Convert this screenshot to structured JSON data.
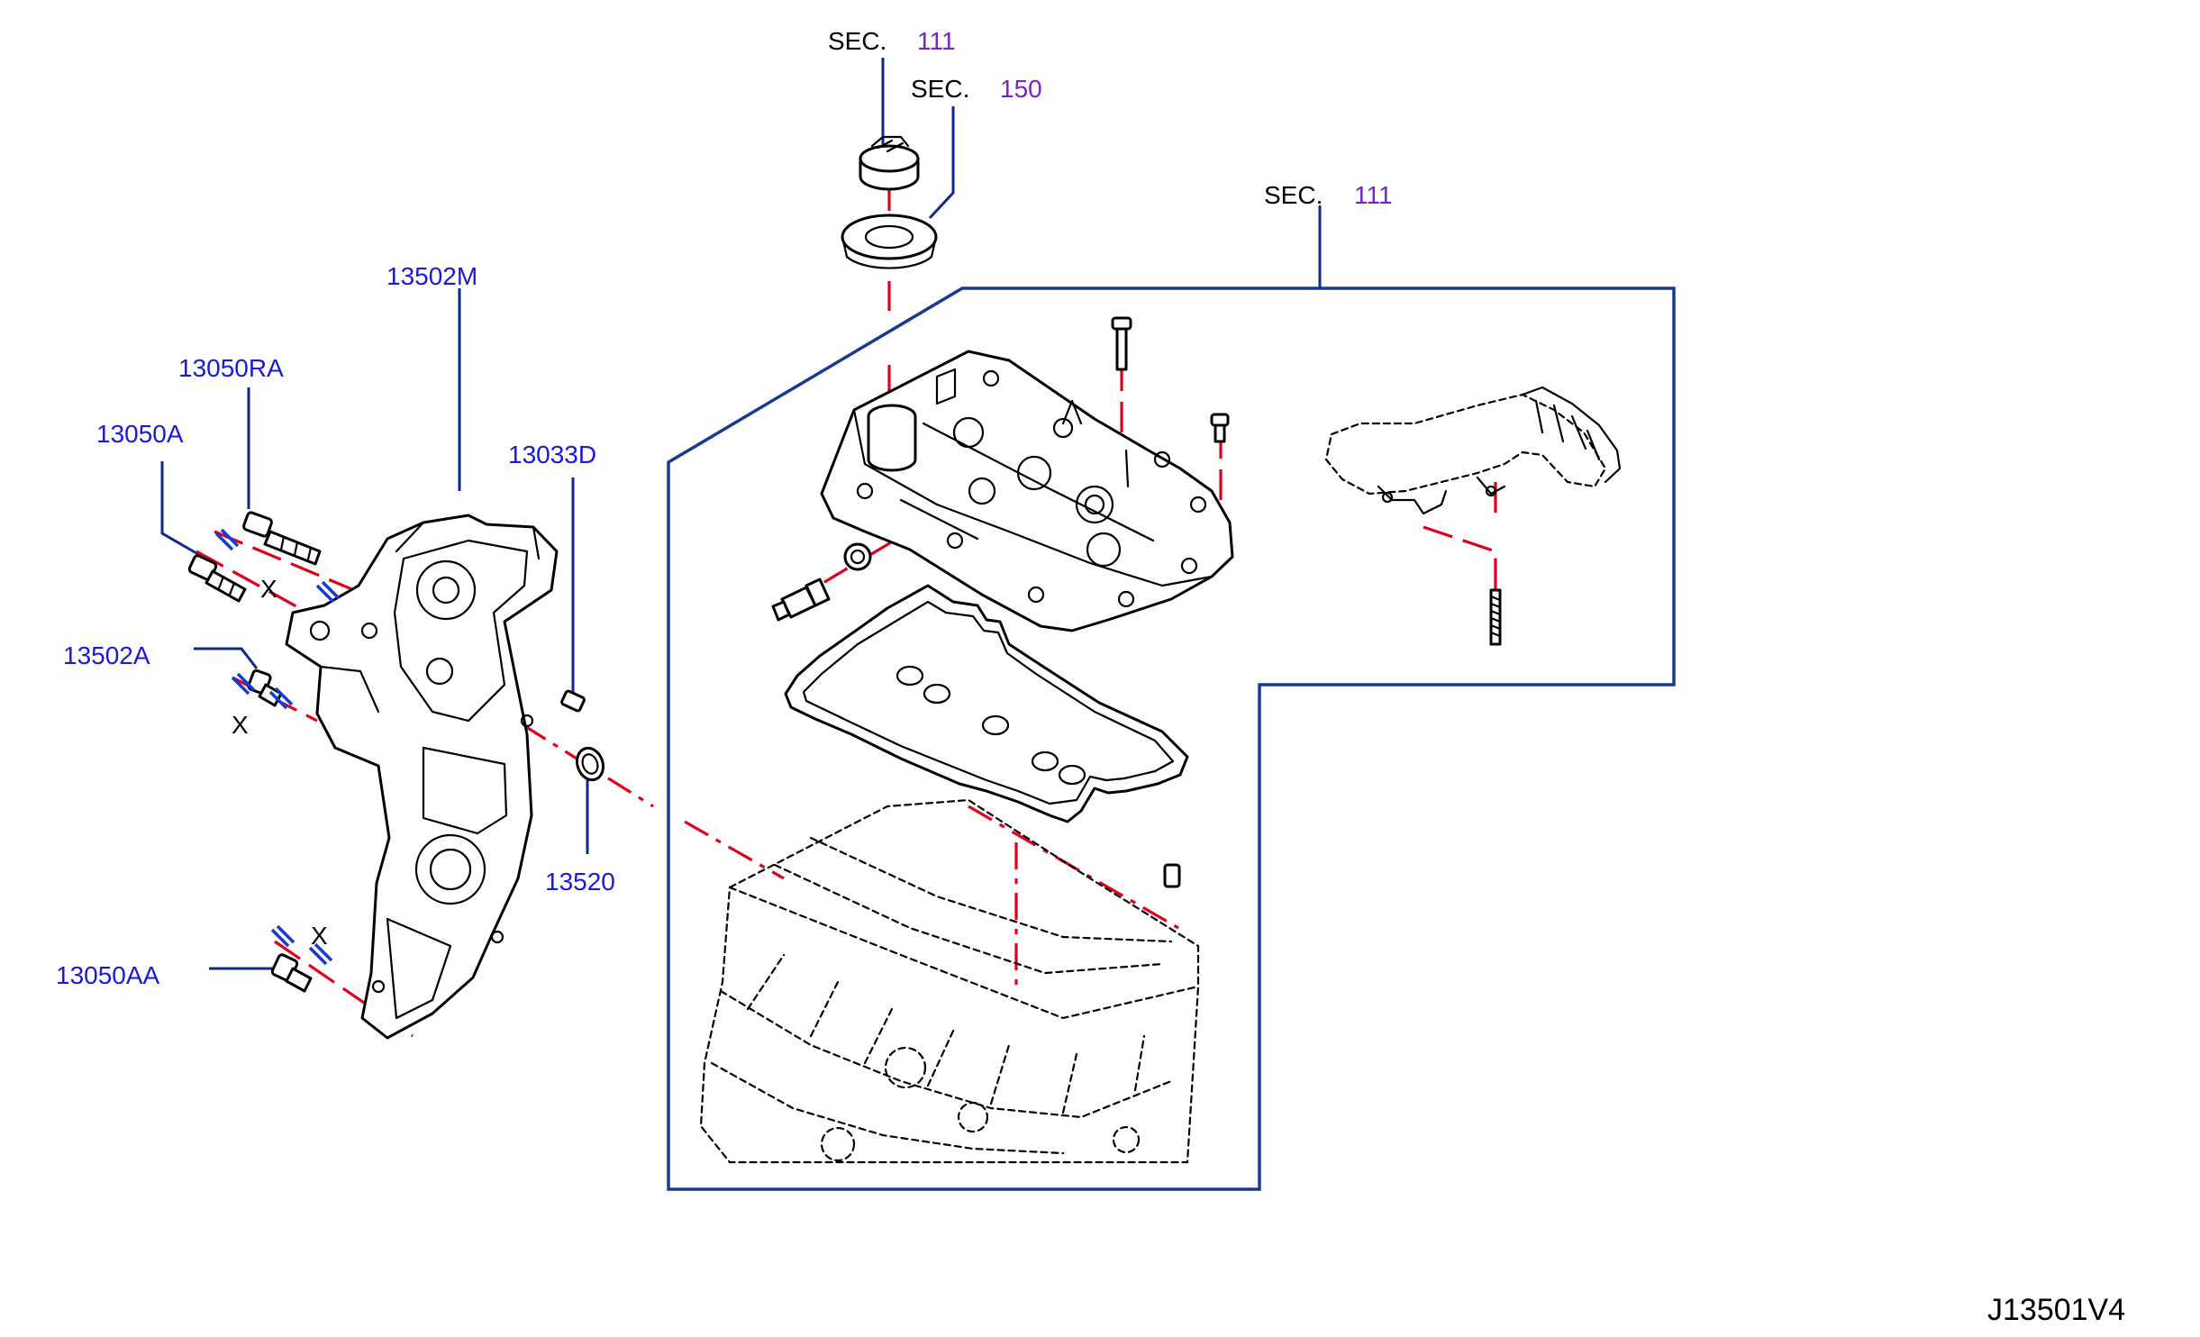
{
  "diagram_id": "J13501V4",
  "colors": {
    "part_number": "#1a1ad6",
    "section_number": "#7a22c8",
    "section_prefix": "#000000",
    "leader": "#0d2a8a",
    "center_line": "#e0001b",
    "drawing": "#000000"
  },
  "sections": [
    {
      "prefix": "SEC.",
      "number": "111"
    },
    {
      "prefix": "SEC.",
      "number": "150"
    },
    {
      "prefix": "SEC.",
      "number": "111"
    }
  ],
  "parts": [
    "13502M",
    "13050RA",
    "13050A",
    "13033D",
    "13502A",
    "13520",
    "13050AA"
  ],
  "marks": [
    "X",
    "X",
    "X"
  ]
}
